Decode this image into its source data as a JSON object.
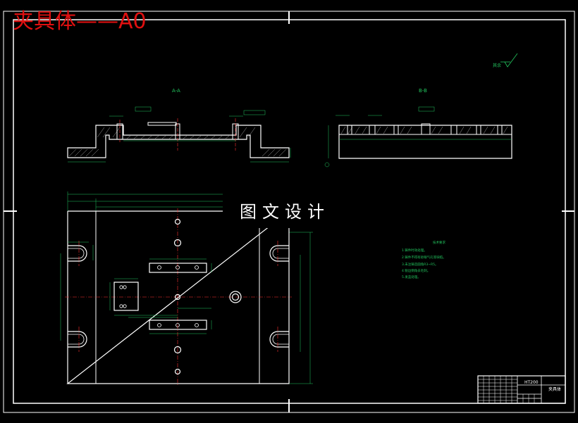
{
  "header": {
    "title": "夹具体——A0"
  },
  "watermark": {
    "text": "图文设计"
  },
  "views": {
    "section_aa": "A-A",
    "section_bb": "B-B"
  },
  "roughness_note": "其余",
  "notes": {
    "heading": "技术要求",
    "items": [
      "1.铸件时效处理。",
      "2.铸件不得有砂眼气孔等缺陷。",
      "3.未注铸造圆角R3~R5。",
      "4.锐边倒角去毛刺。",
      "5.发蓝处理。"
    ]
  },
  "title_block": {
    "material": "HT200",
    "part_name": "夹具体"
  },
  "colors": {
    "outline": "#ffffff",
    "dimension": "#22c55e",
    "centerline": "#ff3030",
    "title": "#e01010",
    "background": "#000000"
  }
}
